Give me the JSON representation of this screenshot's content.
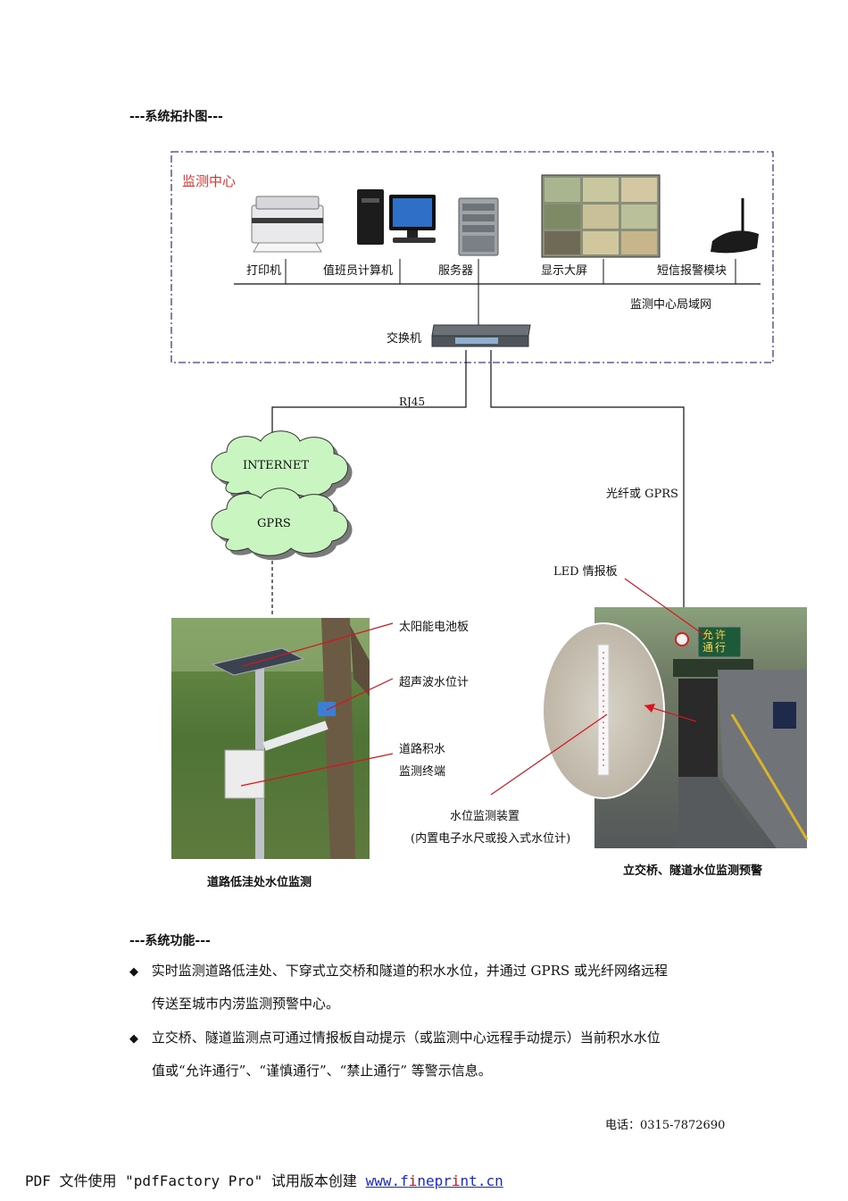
{
  "topology": {
    "title": "---系统拓扑图---",
    "center_label": "监测中心",
    "devices": [
      "打印机",
      "值班员计算机",
      "服务器",
      "显示大屏",
      "短信报警模块"
    ],
    "lan_label": "监测中心局域网",
    "switch_label": "交换机",
    "rj45_label": "RJ45",
    "cloud_top": "INTERNET",
    "cloud_bottom": "GPRS",
    "fiber_label": "光纤或 GPRS",
    "led_label": "LED 情报板",
    "solar_label": "太阳能电池板",
    "ultrasonic_label": "超声波水位计",
    "terminal_label_1": "道路积水",
    "terminal_label_2": "监测终端",
    "device_label_1": "水位监测装置",
    "device_label_2": "(内置电子水尺或投入式水位计)",
    "led_sign_text": "允许通行",
    "caption_left": "道路低洼处水位监测",
    "caption_right": "立交桥、隧道水位监测预警"
  },
  "functions": {
    "title": "---系统功能---",
    "bullet1_line1": "实时监测道路低洼处、下穿式立交桥和隧道的积水水位，并通过 GPRS 或光纤网络远程",
    "bullet1_line2": "传送至城市内涝监测预警中心。",
    "bullet2_line1": "立交桥、隧道监测点可通过情报板自动提示（或监测中心远程手动提示）当前积水水位",
    "bullet2_line2": "值或“允许通行”、“谨慎通行”、“禁止通行” 等警示信息。",
    "bullet_symbol": "◆"
  },
  "contact": "电话：0315-7872690",
  "footer": {
    "prefix": "PDF 文件使用 \"pdfFactory Pro\" 试用版本创建 ",
    "link_a": "www.f",
    "link_b": "i",
    "link_c": "nepr",
    "link_d": "i",
    "link_e": "nt.cn"
  },
  "colors": {
    "dashed_box": "#3a3aa0",
    "center_label": "#e8302a",
    "cloud_fill": "#c8f5c0",
    "annotation_line": "#d8141e",
    "footer_link": "#1a2ccc"
  }
}
